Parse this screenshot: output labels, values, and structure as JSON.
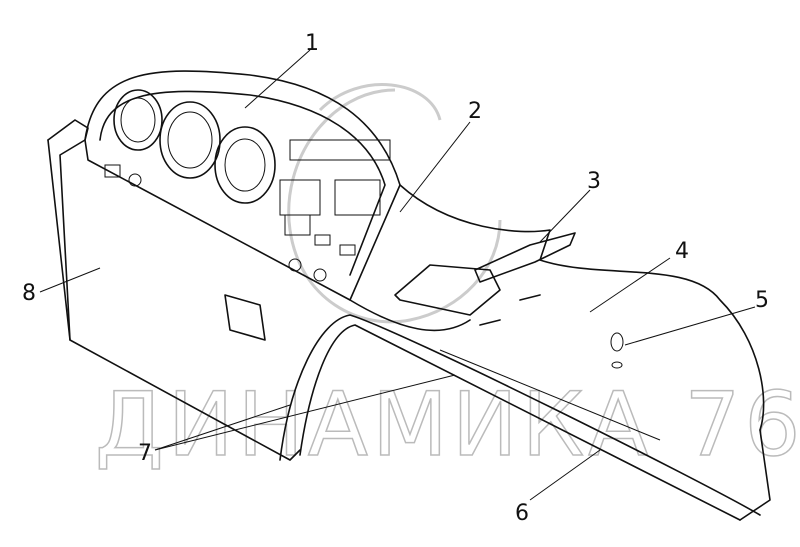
{
  "callouts": [
    "1",
    "2",
    "3",
    "4",
    "5",
    "6",
    "7",
    "8"
  ],
  "watermark": "ДИНАМИКА 76"
}
